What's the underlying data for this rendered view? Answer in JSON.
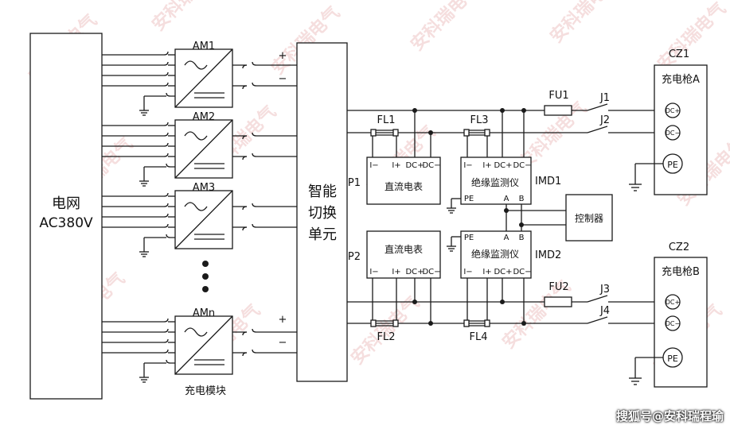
{
  "grid": {
    "line1": "电网",
    "line2": "AC380V"
  },
  "modules": [
    {
      "id": "AM1",
      "polarity": true
    },
    {
      "id": "AM2",
      "polarity": false
    },
    {
      "id": "AM3",
      "polarity": false
    },
    {
      "id": "AMn",
      "polarity": true
    }
  ],
  "modules_caption": "充电模块",
  "polarity": {
    "plus": "+",
    "minus": "−"
  },
  "switch_unit": {
    "lines": [
      "智能",
      "切换",
      "单元"
    ]
  },
  "filters": {
    "fl1": "FL1",
    "fl2": "FL2",
    "fl3": "FL3",
    "fl4": "FL4"
  },
  "meters": {
    "p1": "P1",
    "p2": "P2",
    "name": "直流电表",
    "terminals": [
      "I−",
      "I+",
      "DC+",
      "DC−"
    ]
  },
  "imd": {
    "imd1": "IMD1",
    "imd2": "IMD2",
    "name": "绝缘监测仪",
    "terminals": [
      "I−",
      "I+",
      "DC+",
      "DC−"
    ],
    "pe": "PE",
    "a": "A",
    "b": "B"
  },
  "controller": "控制器",
  "fuses": {
    "fu1": "FU1",
    "fu2": "FU2"
  },
  "contactors": {
    "j1": "J1",
    "j2": "J2",
    "j3": "J3",
    "j4": "J4"
  },
  "guns": [
    {
      "code": "CZ1",
      "name": "充电枪A",
      "dcp": "DC+",
      "dcm": "DC−",
      "pe": "PE"
    },
    {
      "code": "CZ2",
      "name": "充电枪B",
      "dcp": "DC+",
      "dcm": "DC−",
      "pe": "PE"
    }
  ],
  "watermark": "安科瑞电气",
  "credit": "搜狐号@安科瑞程瑜"
}
